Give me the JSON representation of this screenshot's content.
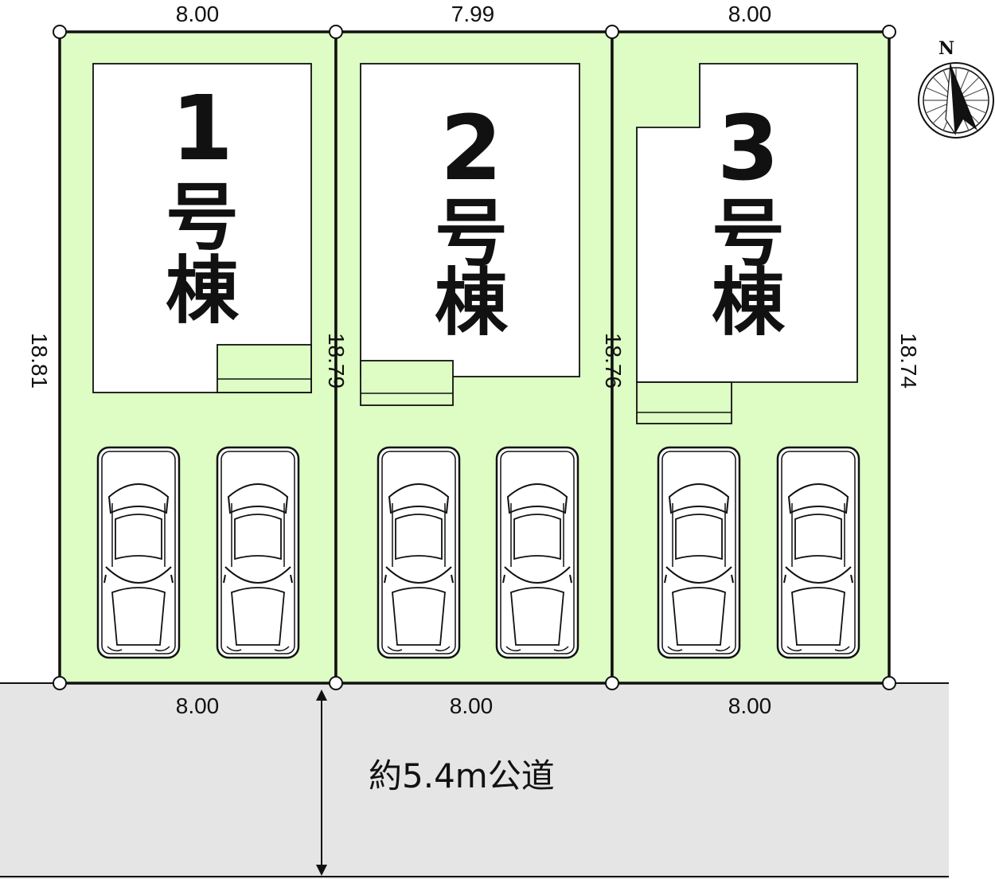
{
  "lots": [
    {
      "number": "1",
      "char1": "号",
      "char2": "棟",
      "top_width": "8.00",
      "bottom_width": "8.00",
      "left_depth": "18.81"
    },
    {
      "number": "2",
      "char1": "号",
      "char2": "棟",
      "top_width": "7.99",
      "bottom_width": "8.00",
      "left_depth": "18.79"
    },
    {
      "number": "3",
      "char1": "号",
      "char2": "棟",
      "top_width": "8.00",
      "bottom_width": "8.00",
      "left_depth": "18.76",
      "right_depth": "18.74"
    }
  ],
  "road": {
    "label": "約5.4m公道"
  },
  "compass": {
    "label": "N"
  },
  "colors": {
    "lot_fill": "#ddfdc4",
    "road_fill": "#e5e5e5",
    "line": "#111111"
  },
  "parking": {
    "cars_per_lot": 2,
    "car_icon": "car-top-view-icon"
  }
}
